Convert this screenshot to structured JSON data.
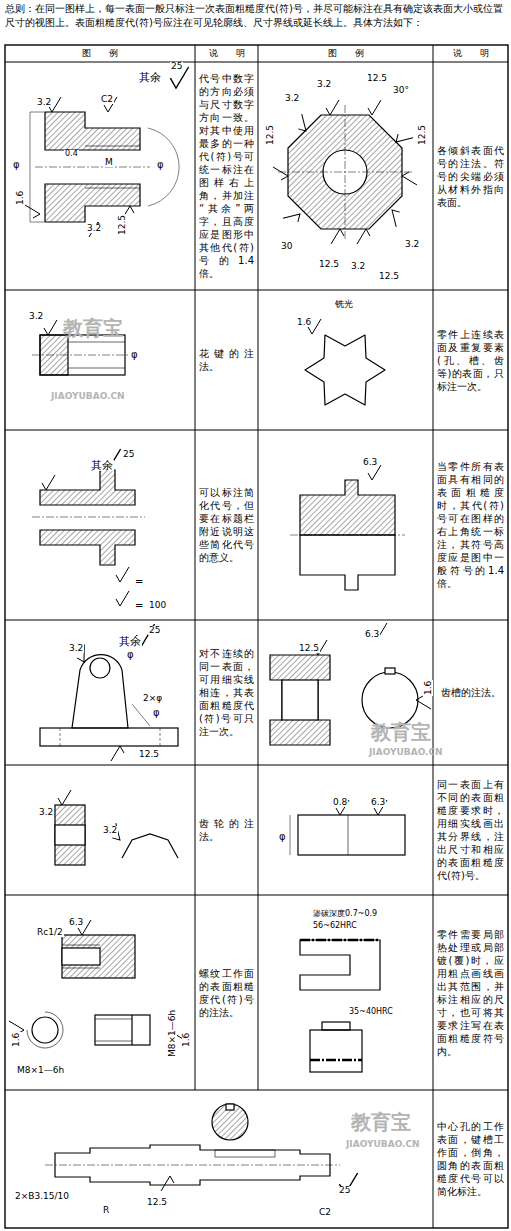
{
  "diagram": {
    "title": "总则：在同一图样上，每一表面一般只标注一次表面粗糙度代(符)号，并尽可能标注在具有确定该表面大小或位置尺寸的视图上。表面粗糙度代(符)号应注在可见轮廓线、尺寸界线或延长线上。具体方法如下：",
    "nodes": [
      {
        "text": [
          "图　　例"
        ]
      },
      {
        "text": [
          "说　　明"
        ]
      },
      {
        "text": [
          "图　　例"
        ]
      },
      {
        "text": [
          "说　　明"
        ]
      },
      {
        "text": [
          "代号中数字的方向必须与尺寸数字方向一致。对其中使用最多的一种代(符)号可统一标注在图样右上角，并加注“其余”两字，且高度应是图形中其他代(符)号的1.4倍。"
        ]
      },
      {
        "text": [
          "各倾斜表面代号的注法。符号的尖端必须从材料外指向表面。"
        ]
      },
      {
        "text": [
          "花键的注法。"
        ]
      },
      {
        "text": [
          "零件上连续表面及重复要素(孔、槽、齿等)的表面，只标注一次。"
        ]
      },
      {
        "text": [
          "可以标注简化代号，但要在标题栏附近说明这些简化代号的意义。"
        ]
      },
      {
        "text": [
          "当零件所有表面具有相同的表面粗糙度时，其代(符)号可在图样的右上角统一标注，其符号高度应是图中一般符号的1.4倍。"
        ]
      },
      {
        "text": [
          "对不连续的同一表面，可用细实线相连，其表面粗糙度代(符)号可只注一次。"
        ]
      },
      {
        "text": [
          "齿槽的注法。"
        ]
      },
      {
        "text": [
          "齿轮的注法。"
        ]
      },
      {
        "text": [
          "同一表面上有不同的表面粗糙度要求时，用细实线画出其分界线，注出尺寸和相应的表面粗糙度代(符)号。"
        ]
      },
      {
        "text": [
          "螺纹工作面的表面粗糙度代(符)号的注法。"
        ]
      },
      {
        "text": [
          "零件需要局部热处理或局部镀(覆)时，应用粗点画线画出其范围，并标注相应的尺寸，也可将其要求注写在表面粗糙度符号内。"
        ]
      },
      {
        "text": [
          "中心孔的工作表面，键槽工作面，倒角，圆角的表面粗糙度代号可以简化标注。"
        ]
      }
    ],
    "labels": [
      "3.2",
      "C2",
      "其余",
      "25",
      "φ",
      "0.4",
      "M",
      "φ",
      "1.6",
      "3.2",
      "12.5",
      "3.2",
      "3.2",
      "12.5",
      "30°",
      "12.5",
      "12.5",
      "30",
      "12.5",
      "3.2",
      "3.2",
      "12.5",
      "3.2",
      "φ",
      "教育宝",
      "JIAOYUBAO.CN",
      "铣光",
      "1.6",
      "其余",
      "25",
      "=",
      "=",
      "100",
      "6.3",
      "其余",
      "25",
      "3.2",
      "φ",
      "2×φ",
      "φ",
      "12.5",
      "12.5",
      "6.3",
      "1.6",
      "教育宝",
      "JIAOYUBAO.CN",
      "3.2",
      "3.2",
      "0.8",
      "6.3",
      "φ",
      "Rc1/2",
      "6.3",
      "M8×1—6h",
      "M8×1—6h",
      "1.6",
      "1.6",
      "渗碳深度0.7~0.9",
      "56~62HRC",
      "35~40HRC",
      "2×B3.15/10",
      "R",
      "12.5",
      "25",
      "C2",
      "教育宝",
      "JIAOYUBAO.CN"
    ]
  }
}
